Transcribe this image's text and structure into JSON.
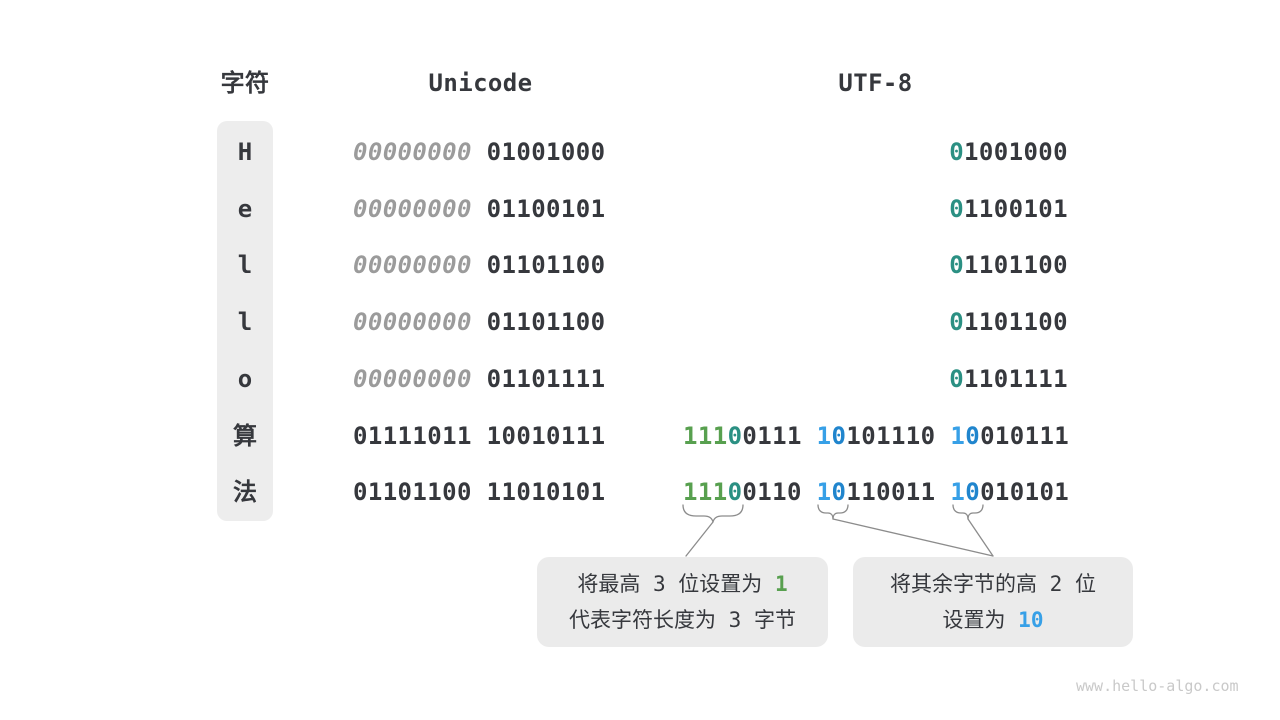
{
  "header": {
    "char": "字符",
    "unicode": "Unicode",
    "utf8": "UTF-8"
  },
  "colors": {
    "dark": "#36383d",
    "muted": "#9b9b9b",
    "green": "#58a04f",
    "teal": "#2b9083",
    "blue": "#37a0e7",
    "blueDark": "#2085cd",
    "panel": "#ededed",
    "box": "#ebebeb",
    "line": "#8c8c8c",
    "watermark": "#c9c9c9"
  },
  "rows": [
    {
      "char": "H",
      "unicode": [
        {
          "t": "00000000",
          "c": "muted"
        },
        {
          "t": " 01001000",
          "c": "dark"
        }
      ],
      "utf8": [
        {
          "t": "0",
          "c": "teal"
        },
        {
          "t": "1001000",
          "c": "dark"
        }
      ]
    },
    {
      "char": "e",
      "unicode": [
        {
          "t": "00000000",
          "c": "muted"
        },
        {
          "t": " 01100101",
          "c": "dark"
        }
      ],
      "utf8": [
        {
          "t": "0",
          "c": "teal"
        },
        {
          "t": "1100101",
          "c": "dark"
        }
      ]
    },
    {
      "char": "l",
      "unicode": [
        {
          "t": "00000000",
          "c": "muted"
        },
        {
          "t": " 01101100",
          "c": "dark"
        }
      ],
      "utf8": [
        {
          "t": "0",
          "c": "teal"
        },
        {
          "t": "1101100",
          "c": "dark"
        }
      ]
    },
    {
      "char": "l",
      "unicode": [
        {
          "t": "00000000",
          "c": "muted"
        },
        {
          "t": " 01101100",
          "c": "dark"
        }
      ],
      "utf8": [
        {
          "t": "0",
          "c": "teal"
        },
        {
          "t": "1101100",
          "c": "dark"
        }
      ]
    },
    {
      "char": "o",
      "unicode": [
        {
          "t": "00000000",
          "c": "muted"
        },
        {
          "t": " 01101111",
          "c": "dark"
        }
      ],
      "utf8": [
        {
          "t": "0",
          "c": "teal"
        },
        {
          "t": "1101111",
          "c": "dark"
        }
      ]
    },
    {
      "char": "算",
      "unicode": [
        {
          "t": "01111011 10010111",
          "c": "dark"
        }
      ],
      "utf8": [
        {
          "t": "111",
          "c": "green"
        },
        {
          "t": "0",
          "c": "teal"
        },
        {
          "t": "0111 ",
          "c": "dark"
        },
        {
          "t": "1",
          "c": "blue"
        },
        {
          "t": "0",
          "c": "blueDark"
        },
        {
          "t": "101110 ",
          "c": "dark"
        },
        {
          "t": "1",
          "c": "blue"
        },
        {
          "t": "0",
          "c": "blueDark"
        },
        {
          "t": "010111",
          "c": "dark"
        }
      ]
    },
    {
      "char": "法",
      "unicode": [
        {
          "t": "01101100 11010101",
          "c": "dark"
        }
      ],
      "utf8": [
        {
          "t": "111",
          "c": "green"
        },
        {
          "t": "0",
          "c": "teal"
        },
        {
          "t": "0110 ",
          "c": "dark"
        },
        {
          "t": "1",
          "c": "blue"
        },
        {
          "t": "0",
          "c": "blueDark"
        },
        {
          "t": "110011 ",
          "c": "dark"
        },
        {
          "t": "1",
          "c": "blue"
        },
        {
          "t": "0",
          "c": "blueDark"
        },
        {
          "t": "010101",
          "c": "dark"
        }
      ]
    }
  ],
  "callouts": [
    {
      "lines": [
        [
          {
            "t": "将最高 3 位设置为 ",
            "c": "dark"
          },
          {
            "t": "1",
            "c": "green"
          }
        ],
        [
          {
            "t": "代表字符长度为 3 字节",
            "c": "dark"
          }
        ]
      ]
    },
    {
      "lines": [
        [
          {
            "t": "将其余字节的高 2 位",
            "c": "dark"
          }
        ],
        [
          {
            "t": "设置为 ",
            "c": "dark"
          },
          {
            "t": "10",
            "c": "blue"
          }
        ]
      ]
    }
  ],
  "watermark": "www.hello-algo.com"
}
